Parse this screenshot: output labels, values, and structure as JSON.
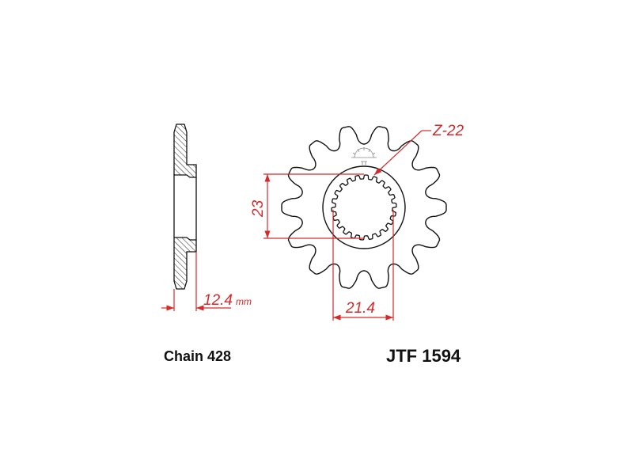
{
  "drawing": {
    "chain_label": "Chain 428",
    "part_number": "JTF 1594",
    "spline_label": "Z-22",
    "offset_value": "12.4",
    "offset_unit": "mm",
    "bore_height": "23",
    "spline_width": "21.4",
    "tooth_count": 14,
    "spline_count": 22,
    "colors": {
      "outline": "#111111",
      "dimension": "#d42a2a",
      "logo": "#888888"
    }
  }
}
